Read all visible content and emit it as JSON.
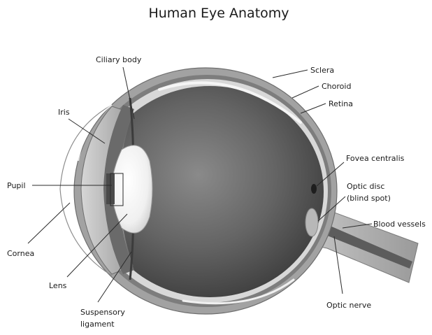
{
  "title": "Human Eye Anatomy",
  "labels": {
    "ciliary_body": "Ciliary body",
    "sclera": "Sclera",
    "choroid": "Choroid",
    "retina": "Retina",
    "iris": "Iris",
    "pupil": "Pupil",
    "fovea_centralis": "Fovea centralis",
    "optic_disc_line1": "Optic disc",
    "optic_disc_line2": "(blind spot)",
    "blood_vessels": "Blood vessels",
    "cornea": "Cornea",
    "lens": "Lens",
    "suspensory_line1": "Suspensory",
    "suspensory_line2": "ligament",
    "optic_nerve": "Optic nerve"
  }
}
